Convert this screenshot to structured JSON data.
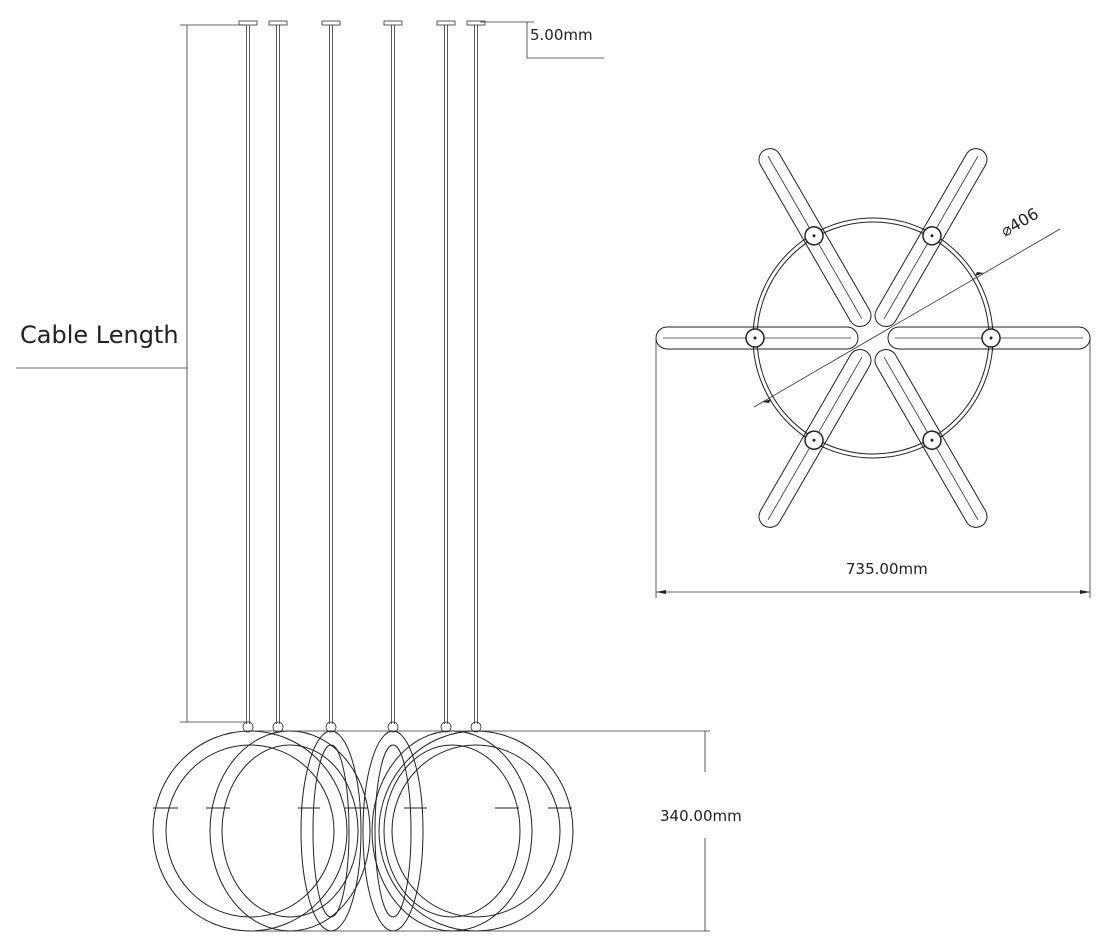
{
  "labels": {
    "cable_length": "Cable Length",
    "canopy_thickness": "5.00mm",
    "height": "340.00mm",
    "width": "735.00mm",
    "diameter": "⌀406"
  },
  "colors": {
    "line": "#222222",
    "background": "#ffffff"
  }
}
